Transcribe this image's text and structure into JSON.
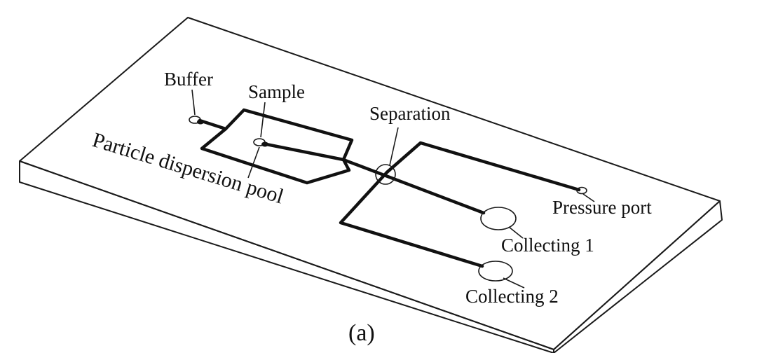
{
  "figure": {
    "caption": "(a)",
    "labels": {
      "buffer": "Buffer",
      "sample": "Sample",
      "separation": "Separation",
      "particle_dispersion_pool": "Particle dispersion pool",
      "pressure_port": "Pressure port",
      "collecting_1": "Collecting 1",
      "collecting_2": "Collecting 2"
    }
  }
}
